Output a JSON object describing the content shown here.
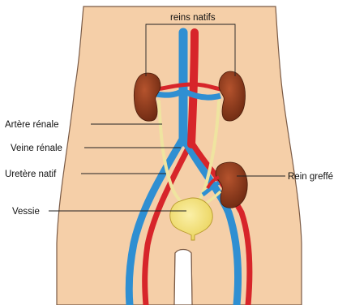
{
  "labels": {
    "native_kidneys": "reins natifs",
    "renal_artery": "Artère rénale",
    "renal_vein": "Veine rénale",
    "native_ureter": "Uretère natif",
    "bladder": "Vessie",
    "graft_kidney": "Rein greffé"
  },
  "colors": {
    "skin": "#f5cfa8",
    "skin_outline": "#7a5a45",
    "artery": "#d7252a",
    "vein": "#2f8fd2",
    "kidney": "#8b3a1f",
    "ureter": "#efe4a0",
    "bladder": "#f7e27a",
    "leader_line": "#222222"
  }
}
